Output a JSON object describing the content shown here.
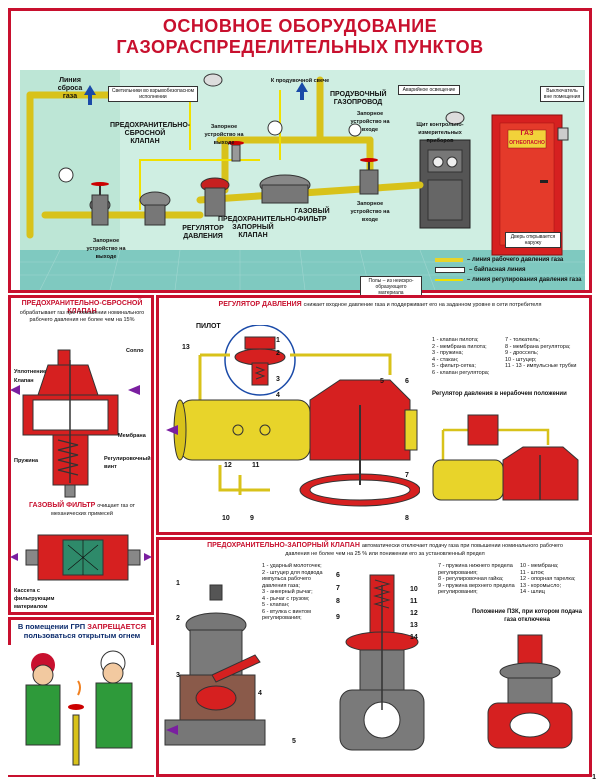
{
  "title": {
    "line1": "ОСНОВНОЕ ОБОРУДОВАНИЕ",
    "line2": "ГАЗОРАСПРЕДЕЛИТЕЛЬНЫХ ПУНКТОВ"
  },
  "scene": {
    "labels": {
      "vent_line": "Линия сброса газа",
      "lamp": "Светильники во взрывобезопасном исполнении",
      "to_candle": "К продувочной свече",
      "purge_pipe": "ПРОДУВОЧНЫЙ ГАЗОПРОВОД",
      "emergency_light": "Аварийное освещение",
      "switch": "Выключатель вне помещения",
      "relief_valve": "ПРЕДОХРАНИТЕЛЬНО-СБРОСНОЙ КЛАПАН",
      "shutoff_outlet_top": "Запорное устройство на выходе",
      "shutoff_inlet_top": "Запорное устройство на входе",
      "instrument_panel": "Щит контрольно-измерительных приборов",
      "shutoff_outlet_bottom": "Запорное устройство на выходе",
      "pressure_regulator": "РЕГУЛЯТОР ДАВЛЕНИЯ",
      "safety_shutoff": "ПРЕДОХРАНИТЕЛЬНО-ЗАПОРНЫЙ КЛАПАН",
      "gas_filter": "ГАЗОВЫЙ ФИЛЬТР",
      "shutoff_inlet_bottom": "Запорное устройство на входе",
      "door_sign_line1": "ГАЗ",
      "door_sign_line2": "ОГНЕОПАСНО",
      "door": "Дверь открывается наружу",
      "floor": "Полы – из неискро-образующего материала"
    },
    "legend": [
      {
        "text": "– линия рабочего давления газа",
        "color": "#e8d42a"
      },
      {
        "text": "– байпасная линия",
        "color": "#ffffff"
      },
      {
        "text": "– линия регулирования давления газа",
        "color": "#f0e000"
      }
    ]
  },
  "relief": {
    "title": "ПРЕДОХРАНИТЕЛЬНО-СБРОСНОЙ КЛАПАН",
    "desc": "обрабатывает газ при повышении номинального рабочего давления не более чем на 15%",
    "labels": [
      "Сопло",
      "Уплотнение",
      "Клапан",
      "Мембрана",
      "Пружина",
      "Регулировочный винт"
    ]
  },
  "filter": {
    "title": "ГАЗОВЫЙ ФИЛЬТР",
    "desc": "очищает газ от механических примесей",
    "label": "Кассета с фильтрующим материалом"
  },
  "warning": {
    "part1": "В помещении ГРП ",
    "part2": "ЗАПРЕЩАЕТСЯ",
    "part3": "пользоваться открытым огнем"
  },
  "regulator": {
    "title": "РЕГУЛЯТОР ДАВЛЕНИЯ",
    "desc": "снижает входное давление газа и поддерживает его на заданном уровне в сети потребителя",
    "pilot": "ПИЛОТ",
    "list_col1": [
      "1 - клапан пилота;",
      "2 - мембрана пилота;",
      "3 - пружина;",
      "4 - стакан;",
      "5 - фильтр-сетка;",
      "6 - клапан регулятора;"
    ],
    "list_col2": [
      "7 - толкатель;",
      "8 - мембрана регулятора;",
      "9 - дроссель;",
      "10 - штуцер;",
      "11 - 13 - импульсные трубки"
    ],
    "inactive": "Регулятор давления в нерабочем положении",
    "numbers": [
      "13",
      "1",
      "2",
      "3",
      "4",
      "5",
      "6",
      "7",
      "8",
      "9",
      "10",
      "11",
      "12"
    ]
  },
  "shutoff": {
    "title": "ПРЕДОХРАНИТЕЛЬНО-ЗАПОРНЫЙ КЛАПАН",
    "desc": "автоматически отключает подачу газа при повышении номинального рабочего давления не более чем на 25 % или понижении его за установленный предел",
    "list_col1": [
      "1 - ударный молоточек;",
      "2 - штуцер для подвода импульса рабочего давления газа;",
      "3 - анкерный рычаг;",
      "4 - рычаг с грузом;",
      "5 - клапан;",
      "6 - втулка с винтом регулирования;"
    ],
    "list_col2": [
      "7 - пружина нижнего предела регулирования;",
      "8 - регулировочная гайка;",
      "9 - пружина верхнего предела регулирования;"
    ],
    "list_col3": [
      "10 - мембрана;",
      "11 - шток;",
      "12 - опорная тарелка;",
      "13 - коромысло;",
      "14 - шлиц"
    ],
    "closed": "Положение ПЗК, при котором подача газа отключена",
    "numbers": [
      "1",
      "2",
      "3",
      "4",
      "5",
      "6",
      "7",
      "8",
      "9",
      "10",
      "11",
      "12",
      "13",
      "14"
    ]
  },
  "page_number": "1"
}
